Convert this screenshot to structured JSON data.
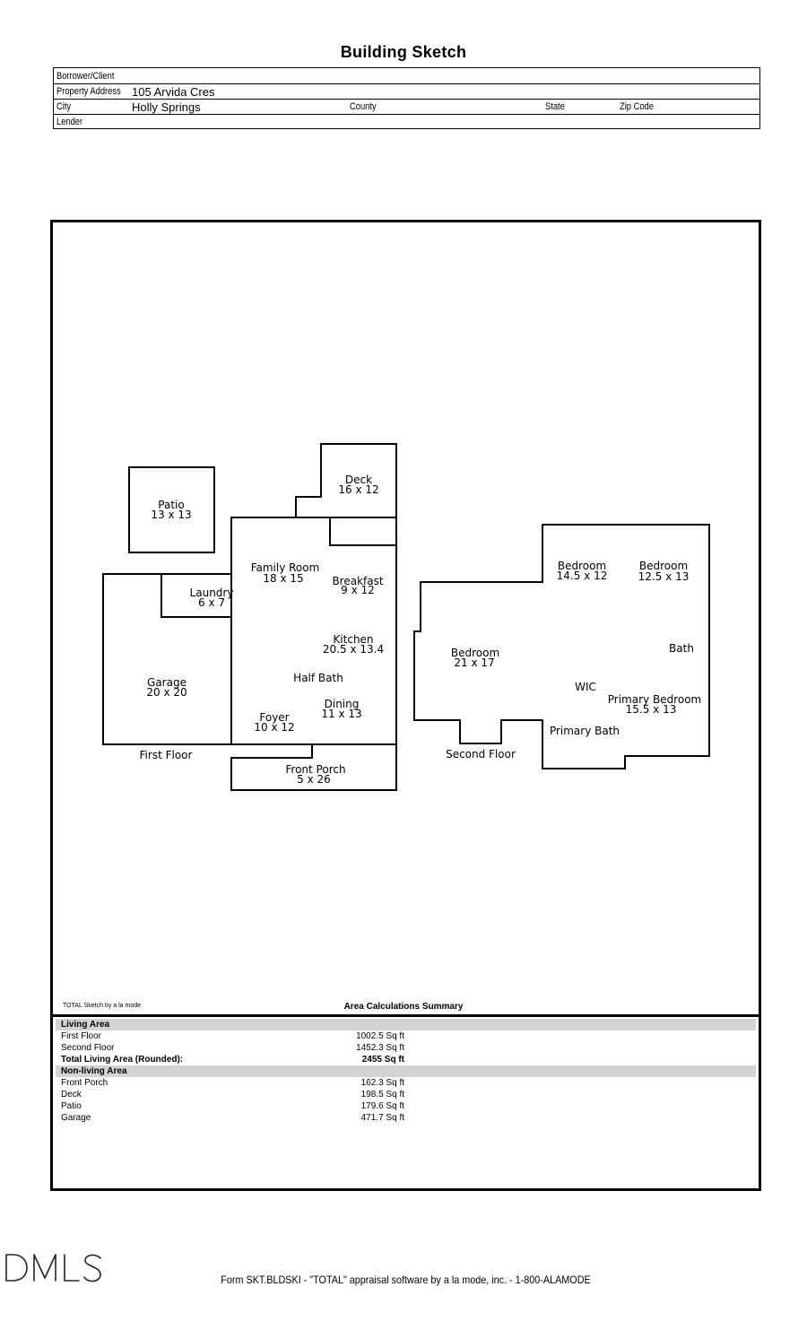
{
  "title": "Building Sketch",
  "info": {
    "borrower_label": "Borrower/Client",
    "borrower_value": "",
    "address_label": "Property Address",
    "address_value": "105 Arvida Cres",
    "city_label": "City",
    "city_value": "Holly Springs",
    "county_label": "County",
    "state_label": "State",
    "zip_label": "Zip Code",
    "lender_label": "Lender"
  },
  "sketch": {
    "rooms": {
      "patio": {
        "name": "Patio",
        "dims": "13 x 13"
      },
      "deck": {
        "name": "Deck",
        "dims": "16 x 12"
      },
      "family_room": {
        "name": "Family Room",
        "dims": "18 x 15"
      },
      "breakfast": {
        "name": "Breakfast",
        "dims": "9 x 12"
      },
      "laundry": {
        "name": "Laundry",
        "dims": "6 x 7"
      },
      "kitchen": {
        "name": "Kitchen",
        "dims": "20.5 x 13.4"
      },
      "garage": {
        "name": "Garage",
        "dims": "20 x 20"
      },
      "half_bath": {
        "name": "Half Bath"
      },
      "dining": {
        "name": "Dining",
        "dims": "11 x 13"
      },
      "foyer": {
        "name": "Foyer",
        "dims": "10 x 12"
      },
      "front_porch": {
        "name": "Front Porch",
        "dims": "5 x 26"
      },
      "first_floor": {
        "name": "First Floor"
      },
      "bedroom_a": {
        "name": "Bedroom",
        "dims": "14.5 x 12"
      },
      "bedroom_b": {
        "name": "Bedroom",
        "dims": "12.5 x 13"
      },
      "bedroom_c": {
        "name": "Bedroom",
        "dims": "21 x 17"
      },
      "bath": {
        "name": "Bath"
      },
      "wic": {
        "name": "WIC"
      },
      "primary_bedroom": {
        "name": "Primary Bedroom",
        "dims": "15.5 x 13"
      },
      "primary_bath": {
        "name": "Primary Bath"
      },
      "second_floor": {
        "name": "Second Floor"
      }
    }
  },
  "credit_small": "TOTAL Sketch by a la mode",
  "summary": {
    "title": "Area Calculations Summary",
    "living_header": "Living Area",
    "living": [
      {
        "label": "First Floor",
        "value": "1002.5 Sq ft"
      },
      {
        "label": "Second Floor",
        "value": "1452.3 Sq ft"
      }
    ],
    "total": {
      "label": "Total Living Area (Rounded):",
      "value": "2455 Sq ft"
    },
    "nonliving_header": "Non-living Area",
    "nonliving": [
      {
        "label": "Front Porch",
        "value": "162.3 Sq ft"
      },
      {
        "label": "Deck",
        "value": "198.5 Sq ft"
      },
      {
        "label": "Patio",
        "value": "179.6 Sq ft"
      },
      {
        "label": "Garage",
        "value": "471.7 Sq ft"
      }
    ]
  },
  "logo_text": "DMLS",
  "footer": "Form SKT.BLDSKI - \"TOTAL\" appraisal software by a la mode, inc. - 1-800-ALAMODE"
}
